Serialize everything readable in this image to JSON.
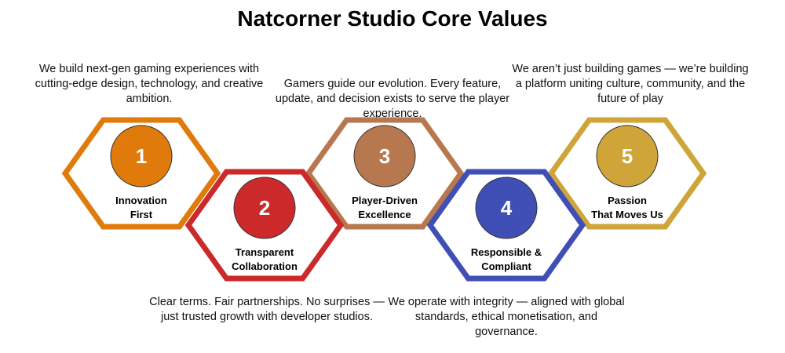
{
  "title": "Natcorner Studio Core Values",
  "values": [
    {
      "number": "1",
      "label_lines": [
        "Innovation",
        "First"
      ],
      "color": "#E07A0A",
      "description": "We build next-gen gaming experiences with cutting-edge design, technology, and creative ambition."
    },
    {
      "number": "2",
      "label_lines": [
        "Transparent",
        "Collaboration"
      ],
      "color": "#CC2A2A",
      "description": "Clear terms. Fair partnerships. No surprises — just trusted growth with developer studios."
    },
    {
      "number": "3",
      "label_lines": [
        "Player-Driven",
        "Excellence"
      ],
      "color": "#B8784F",
      "description": "Gamers guide our evolution. Every feature, update, and decision exists to serve the player experience."
    },
    {
      "number": "4",
      "label_lines": [
        "Responsible &",
        "Compliant"
      ],
      "color": "#3F4FB5",
      "description": "We operate with integrity — aligned with global standards, ethical monetisation, and governance."
    },
    {
      "number": "5",
      "label_lines": [
        "Passion",
        "That Moves Us"
      ],
      "color": "#CFA53A",
      "description": "We aren’t just building games — we’re building a platform uniting culture, community, and the future of play"
    }
  ]
}
